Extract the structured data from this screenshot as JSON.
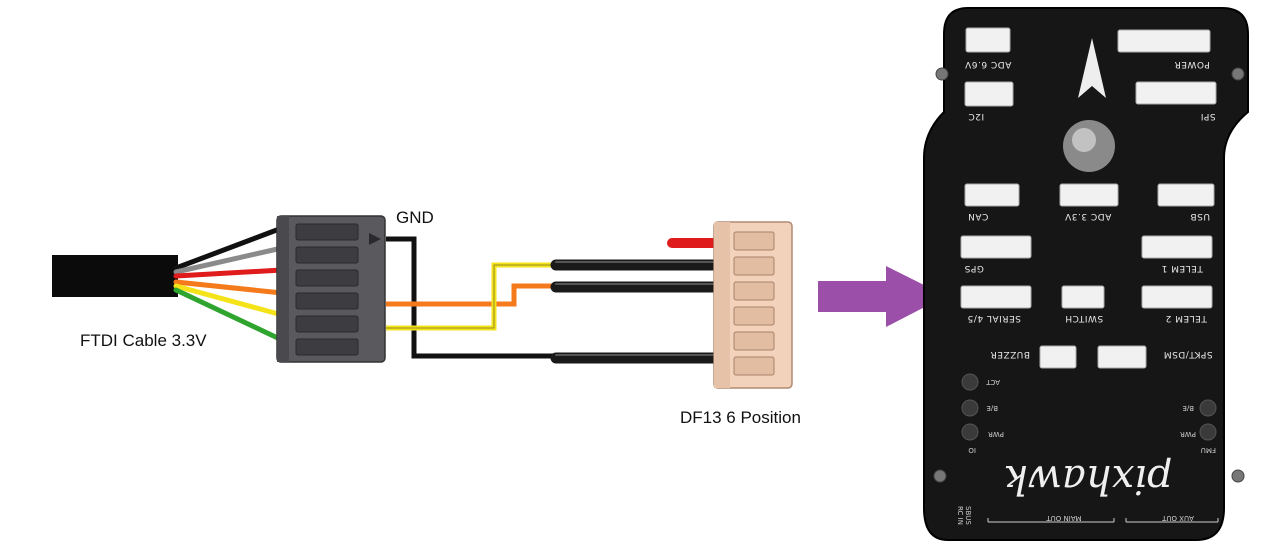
{
  "labels": {
    "ftdi_cable": "FTDI Cable 3.3V",
    "gnd": "GND",
    "df13": "DF13 6 Position"
  },
  "pixhawk": {
    "logo": "pixhawk",
    "ports": {
      "adc_6v6": "ADC 6.6V",
      "power": "POWER",
      "i2c": "I2C",
      "spi": "SPI",
      "can": "CAN",
      "adc_3v3": "ADC 3.3V",
      "usb": "USB",
      "gps": "GPS",
      "telem1": "TELEM 1",
      "serial45": "SERIAL 4/5",
      "switch": "SWITCH",
      "telem2": "TELEM 2",
      "buzzer": "BUZZER",
      "spkt": "SPKT/DSM"
    },
    "leds": {
      "act": "ACT",
      "be_left": "B/E",
      "pwr_left": "PWR",
      "io": "IO",
      "be_right": "B/E",
      "pwr_right": "PWR",
      "fmu": "FMU"
    },
    "bottom": {
      "sbus": "SBUS",
      "rcin": "RC IN",
      "main_out": "MAIN OUT",
      "aux_out": "AUX OUT"
    }
  },
  "colors": {
    "arrow": "#9b4fa8",
    "wire_black": "#111111",
    "wire_gray": "#8a8a8a",
    "wire_red": "#e01b1b",
    "wire_orange": "#f47a1c",
    "wire_yellow": "#f5e31a",
    "wire_green": "#2fa52f",
    "connector_gray": "#5a5a5e",
    "df13_beige": "#f2d2bb",
    "board_black": "#161616"
  }
}
